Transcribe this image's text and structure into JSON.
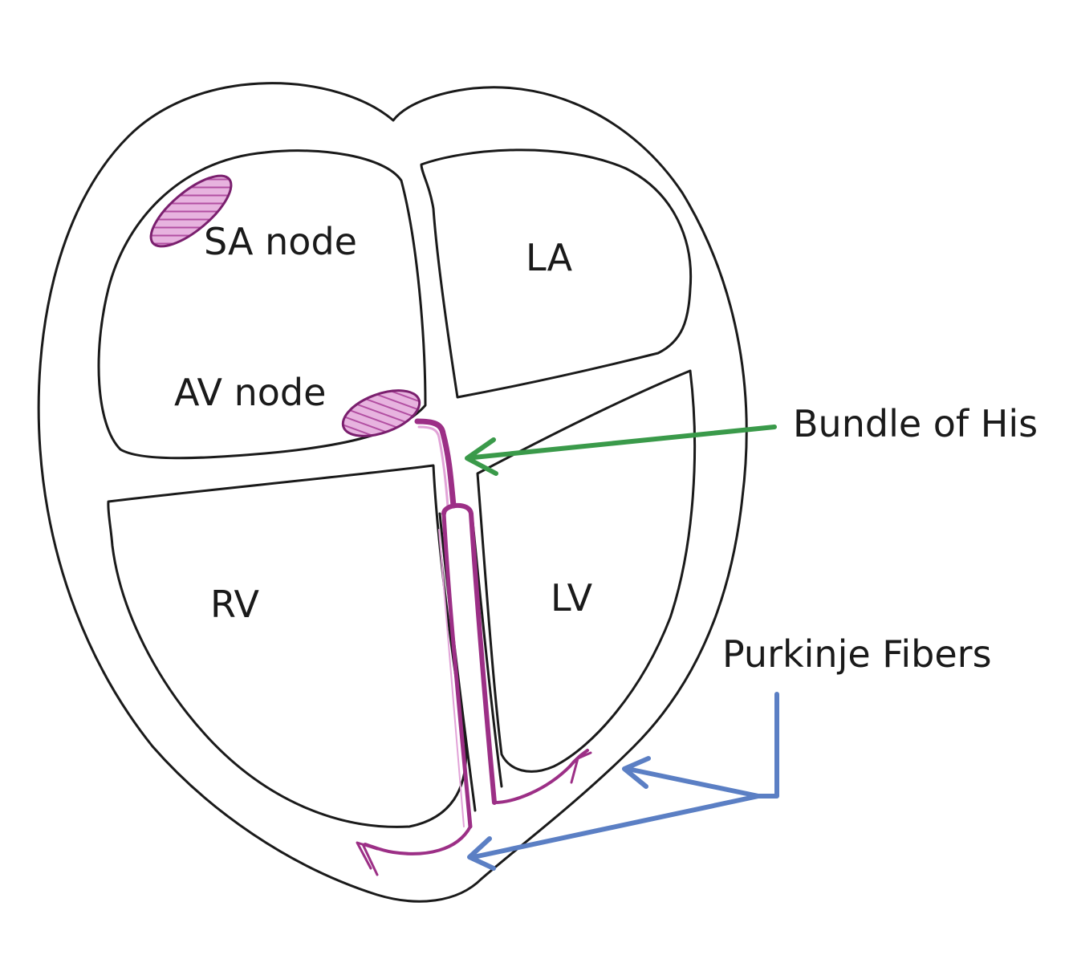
{
  "labels": {
    "sa_node": "SA node",
    "la": "LA",
    "av_node": "AV node",
    "bundle_of_his": "Bundle of His",
    "rv": "RV",
    "lv": "LV",
    "purkinje_fibers": "Purkinje Fibers"
  },
  "colors": {
    "outline": "#1a1a1a",
    "node_fill": "#d98fd0",
    "node_stroke": "#7a1f6e",
    "conduction": "#9c2f86",
    "conduction_light": "#e2a3d8",
    "bundle_arrow": "#3a9a4a",
    "purkinje_arrow": "#5b7fc4"
  }
}
